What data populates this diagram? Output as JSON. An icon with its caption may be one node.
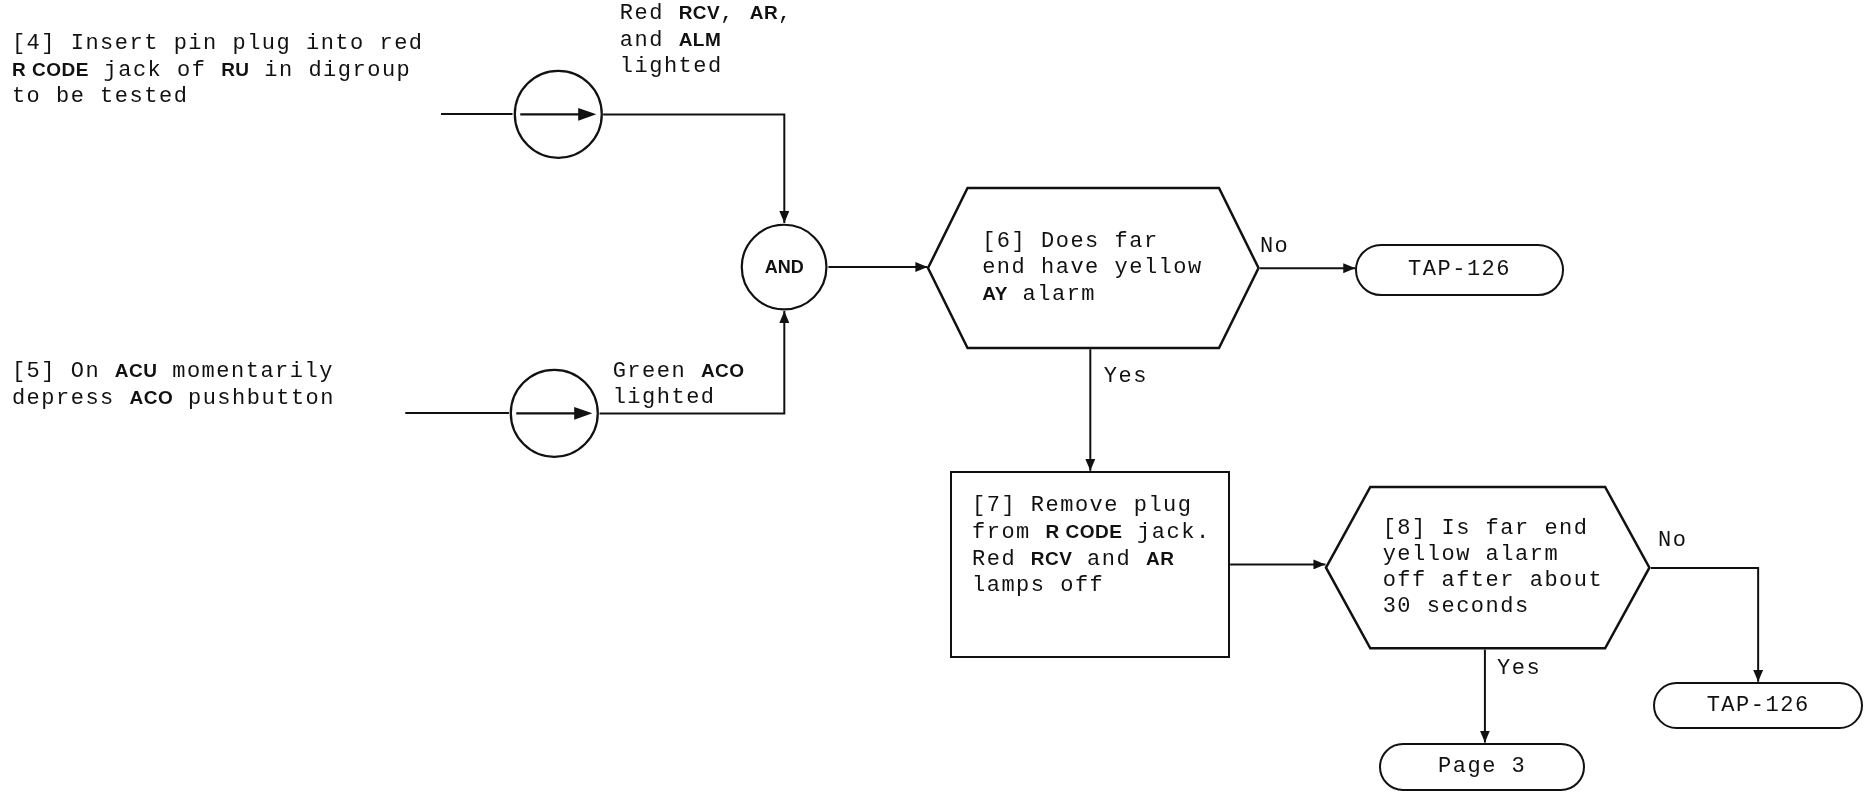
{
  "diagram": {
    "nodes": [
      {
        "text": [
          "[4] Insert pin plug into red **R CODE** jack of **RU** in digroup to be tested"
        ]
      },
      {
        "text": [],
        "shape": "circle"
      },
      {
        "text": [
          "[5] On **ACU** momentarily depress **ACO** pushbutton"
        ]
      },
      {
        "text": [],
        "shape": "circle"
      },
      {
        "text": [
          "AND"
        ]
      },
      {
        "text": [
          "[6] Does far end have yellow **AY** alarm"
        ]
      },
      {
        "text": [
          "TAP-126"
        ]
      },
      {
        "text": [
          "[7] Remove plug from **R CODE** jack. Red **RCV** and **AR** lamps off"
        ]
      },
      {
        "text": [
          "[8] Is far end yellow alarm off after about 30 seconds"
        ]
      },
      {
        "text": [
          "TAP-126"
        ]
      },
      {
        "text": [
          "Page 3"
        ]
      }
    ],
    "edges": [
      {
        "from": 0,
        "to": 1,
        "arrow": "none"
      },
      {
        "from": 1,
        "to": 4,
        "arrow": "to",
        "label": "Red **RCV**, **AR**, and **ALM** lighted"
      },
      {
        "from": 2,
        "to": 3,
        "arrow": "none"
      },
      {
        "from": 3,
        "to": 4,
        "arrow": "to",
        "label": "Green **ACO** lighted"
      },
      {
        "from": 4,
        "to": 5,
        "arrow": "to"
      },
      {
        "from": 5,
        "to": 6,
        "arrow": "to",
        "label": "No"
      },
      {
        "from": 5,
        "to": 7,
        "arrow": "to",
        "label": "Yes"
      },
      {
        "from": 7,
        "to": 8,
        "arrow": "to"
      },
      {
        "from": 8,
        "to": 9,
        "arrow": "to",
        "label": "No"
      },
      {
        "from": 8,
        "to": 10,
        "arrow": "to",
        "label": "Yes"
      }
    ]
  }
}
